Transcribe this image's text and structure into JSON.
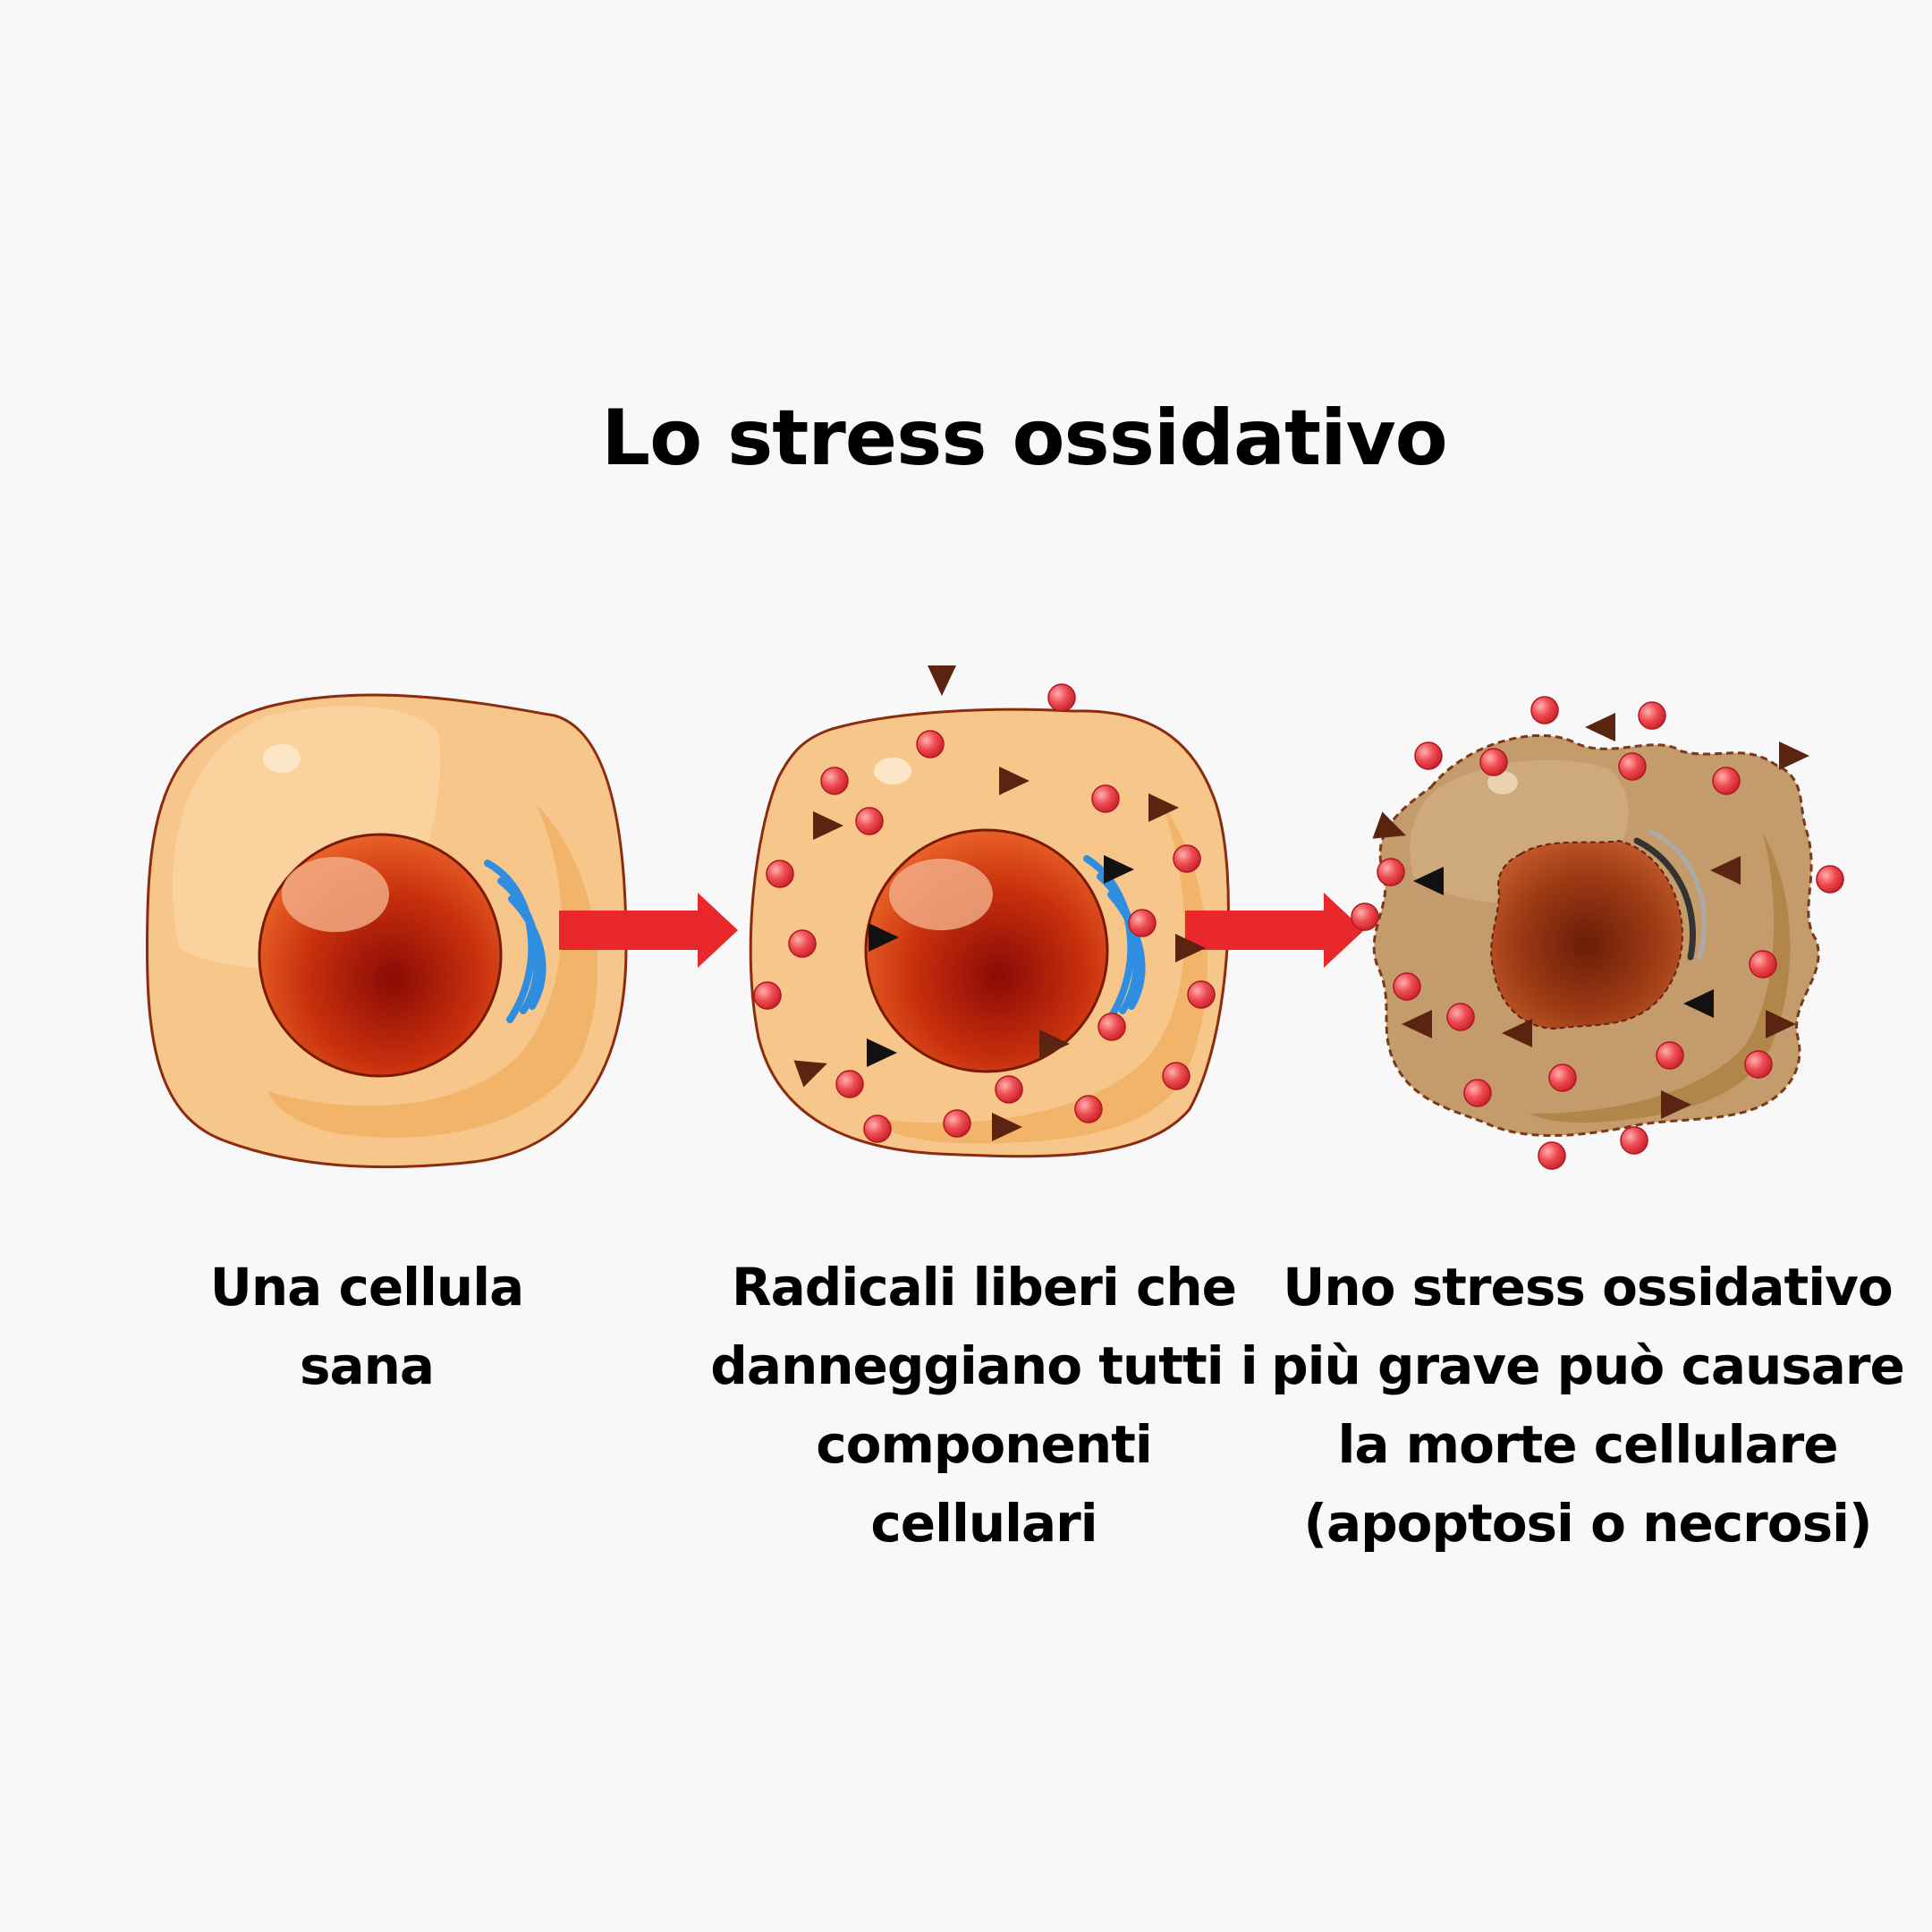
{
  "title": "Lo stress ossidativo",
  "captions": {
    "healthy": [
      "Una cellula",
      "sana"
    ],
    "damage": [
      "Radicali liberi che",
      "danneggiano tutti i",
      "componenti",
      "cellulari"
    ],
    "death": [
      "Uno stress ossidativo",
      "più grave può causare",
      "la morte cellulare",
      "(apoptosi o necrosi)"
    ]
  },
  "colors": {
    "background": "#f8f8f8",
    "cytoplasm_healthy": "#f7c68a",
    "cytoplasm_dead": "#c49c6c",
    "nucleus": "#c8280a",
    "golgi": "#2f8ee0",
    "arrow": "#e8282a",
    "free_radical": "#e8383e",
    "particle": "#5a2410"
  }
}
